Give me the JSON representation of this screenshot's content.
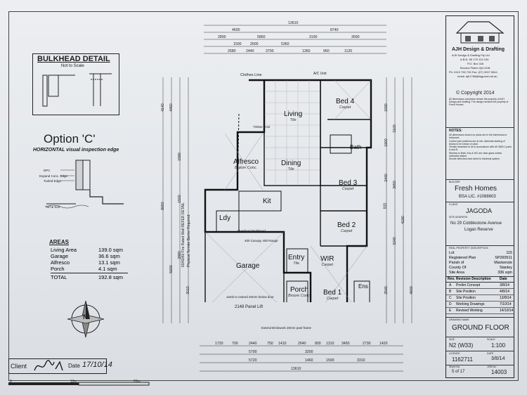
{
  "bulkhead": {
    "title": "BULKHEAD DETAIL",
    "subtitle": "Not to Scale"
  },
  "option": {
    "title": "Option 'C'",
    "subtitle": "HORIZONTAL visual inspection edge",
    "labels": {
      "dpc": "DPC",
      "expand": "Expand Conc. Edge",
      "tooled": "Tooled Edge",
      "turf": "Turf & Soil"
    }
  },
  "areas": {
    "heading": "AREAS",
    "rows": [
      {
        "name": "Living Area",
        "value": "139.0 sqm"
      },
      {
        "name": "Garage",
        "value": "36.6 sqm"
      },
      {
        "name": "Alfresco",
        "value": "13.1 sqm"
      },
      {
        "name": "Porch",
        "value": "4.1 sqm"
      }
    ],
    "total_label": "TOTAL",
    "total_value": "192.8 sqm"
  },
  "rooms": {
    "bed4": {
      "name": "Bed 4",
      "floor": "Carpet"
    },
    "living": {
      "name": "Living",
      "floor": "Tile"
    },
    "bath": {
      "name": "Bath",
      "floor": ""
    },
    "alfresco": {
      "name": "Alfresco",
      "floor": "Broom Conc."
    },
    "dining": {
      "name": "Dining",
      "floor": "Tile"
    },
    "bed3": {
      "name": "Bed 3",
      "floor": "Carpet"
    },
    "kit": {
      "name": "Kit",
      "floor": ""
    },
    "ldy": {
      "name": "Ldy",
      "floor": ""
    },
    "bed2": {
      "name": "Bed 2",
      "floor": "Carpet"
    },
    "garage": {
      "name": "Garage",
      "floor": ""
    },
    "entry": {
      "name": "Entry",
      "floor": "Tile"
    },
    "wir": {
      "name": "WIR",
      "floor": "Carpet"
    },
    "porch": {
      "name": "Porch",
      "floor": "Broom Conc."
    },
    "bed1": {
      "name": "Bed 1",
      "floor": "Carpet"
    },
    "ens": {
      "name": "Ens",
      "floor": ""
    }
  },
  "plan_notes": {
    "clothes_line": "Clothes Line",
    "ac_unit": "A/C Unit",
    "timber_post": "Timber Post",
    "fire_wall": "60/60/60 Fire Rated Wall REFER DETAIL",
    "fire_wall2": "Physical Termite Barrier Required",
    "overhead": "Overhead Bulkhead",
    "canopy": "400 Canopy 400 Range",
    "jamb": "Jamb to extend 40mm below door",
    "panel_lift": "2148 Panel Lift",
    "brickwork": "Extend Brickwork 20mm past frame",
    "top_dims": [
      "13610",
      "4600",
      "8740",
      "2800",
      "5860",
      "3190",
      "3590",
      "5360",
      "1500",
      "2600",
      "3700",
      "2680",
      "2440",
      "1360",
      "960",
      "1120"
    ],
    "bottom_dims": [
      "1720",
      "700",
      "2440",
      "750",
      "1410",
      "2640",
      "800",
      "1310",
      "3450",
      "2730",
      "1420",
      "5700",
      "3200",
      "5720",
      "1460",
      "1500",
      "3310",
      "13610"
    ],
    "left_dims": [
      "4140",
      "4460",
      "1580",
      "8650",
      "5600",
      "1500",
      "2880",
      "3010"
    ],
    "right_dims": [
      "1590",
      "1900",
      "2440",
      "920",
      "3100",
      "3650",
      "3240",
      "2540",
      "4180",
      "4600"
    ]
  },
  "titleblock": {
    "company": "AJH Design & Drafting",
    "company_sub": "AJH Design & Drafting Pty Ltd",
    "abn": "A.B.N. 85 175 124 154",
    "pobox": "P.O. Box 316",
    "town": "Browns Plains Qld 4118",
    "phone": "Ph: 0419 750 726  Fax: (07) 3297 5944",
    "email": "email: ajh1768@bigpond.net.au",
    "copyright": "© Copyright 2014",
    "copyright_text": "All dimensions and plans remain the property of AJH Design and Drafting. The design remains the property of Fresh Homes.",
    "notes_heading": "NOTES:",
    "notes": [
      "All dimensions shown on plans are to the frame/stud or brickwork.",
      "Control joint positions are at min. Alternate starting of blocks to be shown on plan.",
      "Termite treatment to be in accordance with AS 3660.1 parts A and B.",
      "Window to Bath, Ens & WC are clear glass unless otherwise stated.",
      "Smoke detectors hard wired to electrical system."
    ],
    "builder_label": "BUILDER",
    "builder": "Fresh Homes",
    "bsa": "BSA LIC. #1088603",
    "client_label": "CLIENT",
    "client": "JAGODA",
    "site_label": "SITE ADDRESS",
    "site1": "No 29 Cobblestone Avenue",
    "site2": "Logan Reserve",
    "rpd_label": "REAL PROPERTY DESCRIPTION",
    "rpd": [
      {
        "k": "Lot",
        "v": "115"
      },
      {
        "k": "Registered Plan",
        "v": "SP260511"
      },
      {
        "k": "Parish of",
        "v": "Mackenzie"
      },
      {
        "k": "County Of",
        "v": "Stanley"
      },
      {
        "k": "Site Area",
        "v": "336 sqm"
      }
    ],
    "rev_headers": [
      "Rev.",
      "Revision Description",
      "Date"
    ],
    "revisions": [
      {
        "rev": "A",
        "desc": "Prelim Concept",
        "date": "3/8/14"
      },
      {
        "rev": "B",
        "desc": "Site Position",
        "date": "4/8/14"
      },
      {
        "rev": "C",
        "desc": "Site Position",
        "date": "13/8/14"
      },
      {
        "rev": "D",
        "desc": "Working Drawings",
        "date": "7/10/14"
      },
      {
        "rev": "E",
        "desc": "Revised Working",
        "date": "14/10/14"
      }
    ],
    "drawing_name_label": "DRAWING NAME",
    "drawing_name": "GROUND FLOOR",
    "size_label": "SIZE",
    "size": "N2 (W33)",
    "scale_label": "SCALE",
    "scale": "1:100",
    "licence_label": "LICENCE",
    "licence": "1162711",
    "date_label": "DATE",
    "date": "3/8/14",
    "sheet_label": "Sheet No.",
    "sheet": "5 of 17",
    "job_label": "JOB No.",
    "job": "14003"
  },
  "client_block": {
    "client_label": "Client",
    "date_label": "Date",
    "date_value": "17/10/14"
  },
  "scale_bar": {
    "labels": [
      "0",
      "10m",
      "20m"
    ]
  },
  "north": {
    "label": "N"
  }
}
